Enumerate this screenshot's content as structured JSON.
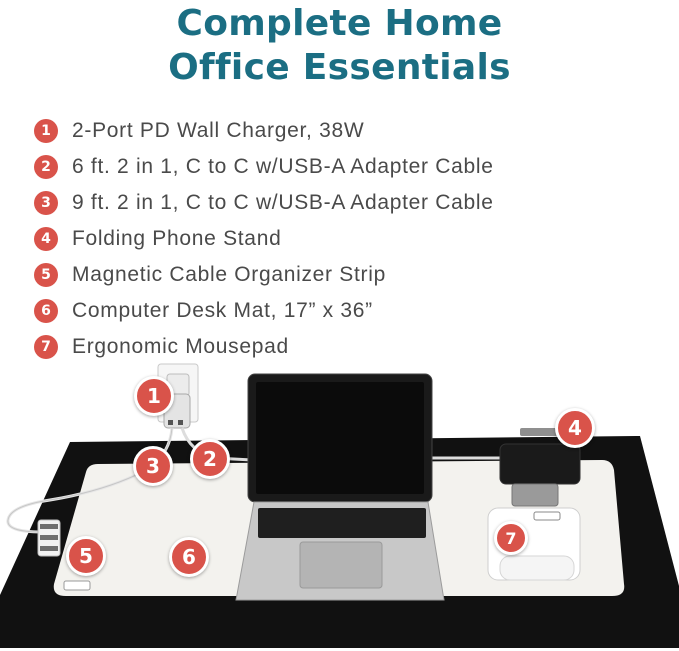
{
  "title": {
    "line1": "Complete Home",
    "line2": "Office Essentials"
  },
  "items": [
    {
      "number": "1",
      "label": "2-Port PD Wall Charger, 38W"
    },
    {
      "number": "2",
      "label": "6 ft. 2 in 1, C to C w/USB-A Adapter Cable"
    },
    {
      "number": "3",
      "label": "9 ft. 2 in 1, C to C w/USB-A Adapter Cable"
    },
    {
      "number": "4",
      "label": "Folding Phone Stand"
    },
    {
      "number": "5",
      "label": "Magnetic Cable Organizer Strip"
    },
    {
      "number": "6",
      "label": "Computer Desk Mat, 17” x 36”"
    },
    {
      "number": "7",
      "label": "Ergonomic Mousepad"
    }
  ],
  "badges": {
    "charger": "1",
    "cable_6ft": "2",
    "cable_9ft": "3",
    "phone_stand": "4",
    "organizer": "5",
    "desk_mat": "6",
    "mousepad": "7"
  },
  "colors": {
    "title": "#1b6e83",
    "badge": "#d9534a",
    "text": "#4a4a4a",
    "desk": "#111111",
    "mat": "#f3f2ee"
  }
}
